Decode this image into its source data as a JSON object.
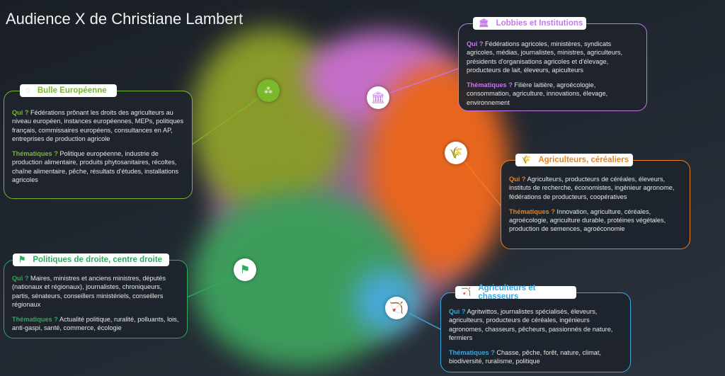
{
  "title": "Audience X de Christiane Lambert",
  "colors": {
    "lobbies": "#c678e6",
    "bulle": "#7ab929",
    "cereal": "#e8821e",
    "droite": "#2eaa5c",
    "chasse": "#3aa8e0"
  },
  "clusters": [
    {
      "id": "lobbies",
      "icon": "institution-icon",
      "label": "Lobbies et Institutions",
      "qui_label": "Qui ?",
      "qui": "Fédérations agricoles, ministères, syndicats agricoles, médias, journalistes, ministres, agriculteurs, présidents d'organisations agricoles et d'élevage, producteurs de lait, éleveurs, apiculteurs",
      "them_label": "Thématiques ?",
      "them": "Filière laitière, agroécologie, consommation, agriculture, innovations, élevage, environnement"
    },
    {
      "id": "bulle",
      "icon": "eu-stars-icon",
      "label": "Bulle Européenne",
      "qui_label": "Qui ?",
      "qui": "Fédérations prônant les droits des agriculteurs au niveau européen, instances européennes, MEPs, politiques français, commissaires européens, consultances en AP, entreprises de production agricole",
      "them_label": "Thématiques ?",
      "them": "Politique européenne, industrie de production alimentaire, produits phytosanitaires, récoltes, chaîne alimentaire, pêche, résultats d'études, installations agricoles"
    },
    {
      "id": "cereal",
      "icon": "wheat-icon",
      "label": "Agriculteurs, céréaliers",
      "qui_label": "Qui ?",
      "qui": "Agriculteurs, producteurs de céréales, éleveurs, instituts de recherche, économistes, ingénieur agronome, fédérations de producteurs, coopératives",
      "them_label": "Thématiques ?",
      "them": "Innovation, agriculture, céréales, agroécologie, agriculture durable, protéines végétales, production de semences, agroéconomie"
    },
    {
      "id": "droite",
      "icon": "politician-podium-icon",
      "label": "Politiques de droite, centre droite",
      "qui_label": "Qui ?",
      "qui": "Maires, ministres et anciens ministres, députés (nationaux et régionaux), journalistes, chroniqueurs, partis, sénateurs, conseillers ministériels, conseillers régionaux",
      "them_label": "Thématiques ?",
      "them": "Actualité politique, ruralité, polluants, lois, anti-gaspi, santé, commerce, écologie"
    },
    {
      "id": "chasse",
      "icon": "hunter-icon",
      "label": "Agriculteurs et chasseurs",
      "qui_label": "Qui ?",
      "qui": "Agritwittos, journalistes spécialisés, éleveurs, agriculteurs, producteurs de céréales, ingénieurs agronomes, chasseurs, pêcheurs, passionnés de nature, fermiers",
      "them_label": "Thématiques ?",
      "them": "Chasse, pêche, forêt, nature, climat, biodiversité, ruralisme, politique"
    }
  ]
}
